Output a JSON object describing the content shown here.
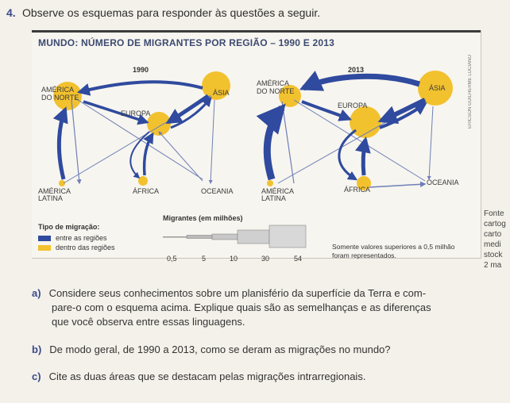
{
  "question": {
    "number": "4.",
    "text": "Observe os esquemas para responder às questões a seguir."
  },
  "figure": {
    "title": "MUNDO: NÚMERO DE MIGRANTES POR REGIÃO – 1990 E 2013",
    "credit": "ERICSON GUILHERME LUCIANO",
    "map_1990": {
      "year": "1990",
      "regions": [
        "AMÉRICA",
        "DO NORTE",
        "ÁSIA",
        "EUROPA",
        "AMÉRICA",
        "LATINA",
        "ÁFRICA",
        "OCEANIA"
      ]
    },
    "map_2013": {
      "year": "2013",
      "regions": [
        "AMÉRICA",
        "DO NORTE",
        "ÁSIA",
        "EUROPA",
        "AMÉRICA",
        "LATINA",
        "ÁFRICA",
        "OCEANIA"
      ]
    },
    "legend": {
      "title": "Tipo de migração:",
      "items": [
        {
          "label": "entre as regiões",
          "color": "#2f4a9e"
        },
        {
          "label": "dentro das regiões",
          "color": "#f2c12e"
        }
      ]
    },
    "scale": {
      "title": "Migrantes (em milhões)",
      "ticks": [
        "0,5",
        "5",
        "10",
        "30",
        "54"
      ]
    },
    "note": "Somente valores superiores a 0,5 milhão foram representados.",
    "side_fragments": [
      "Fonte",
      "cartog",
      "carto",
      "medi",
      "stock",
      "2 ma"
    ]
  },
  "items": [
    {
      "letter": "a)",
      "lines": [
        "Considere seus conhecimentos sobre um planisfério da superfície da Terra e com-",
        "pare-o com o esquema acima. Explique quais são as semelhanças e as diferenças",
        "que você observa entre essas linguagens."
      ]
    },
    {
      "letter": "b)",
      "lines": [
        "De modo geral, de 1990 a 2013, como se deram as migrações no mundo?"
      ]
    },
    {
      "letter": "c)",
      "lines": [
        "Cite as duas áreas que se destacam pelas migrações intrarregionais."
      ]
    }
  ],
  "colors": {
    "between": "#2f4a9e",
    "within": "#f2c12e",
    "thin": "#6e7fb8"
  }
}
